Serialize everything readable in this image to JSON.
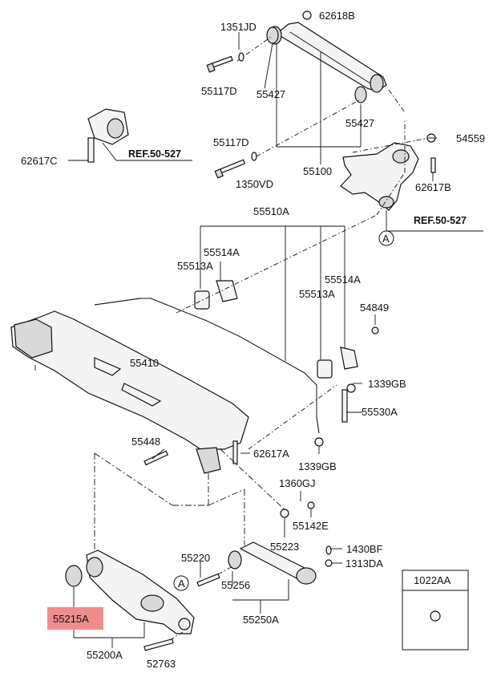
{
  "colors": {
    "highlight": "#f08c8c",
    "ink": "#111111"
  },
  "parts": [
    "62618B",
    "1351JD",
    "55117D",
    "55427",
    "55427",
    "55117D",
    "1350VD",
    "55100",
    "54559",
    "62617B",
    "REF.50-527",
    "62617C",
    "REF.50-527",
    "A",
    "55510A",
    "55514A",
    "55513A",
    "55514A",
    "55513A",
    "54849",
    "55410",
    "1339GB",
    "55530A",
    "55448",
    "62617A",
    "1339GB",
    "1360GJ",
    "55142E",
    "55223",
    "1430BF",
    "55220",
    "1313DA",
    "55256",
    "55250A",
    "55215A",
    "55200A",
    "52763",
    "A",
    "1022AA"
  ],
  "highlighted_part": "55215A"
}
